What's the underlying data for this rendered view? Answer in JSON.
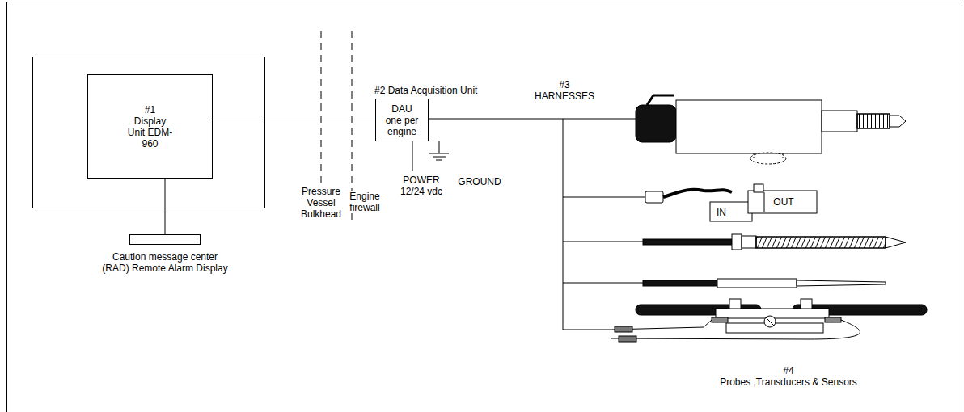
{
  "diagram": {
    "nodes": [
      {
        "text": [
          "#1",
          "Display Unit EDM-960"
        ]
      },
      {
        "text": [
          "Caution message center",
          "(RAD) Remote Alarm Display"
        ]
      },
      {
        "text": [
          "#2 Data Acquisition Unit",
          "DAU one per engine"
        ]
      }
    ],
    "edges": [
      {
        "from": 0,
        "to": 1,
        "arrow": "none"
      },
      {
        "from": 0,
        "to": 2,
        "arrow": "none"
      }
    ],
    "labels": [
      "Pressure Vessel Bulkhead",
      "Engine firewall",
      "POWER 12/24 vdc",
      "GROUND",
      "#3",
      "HARNESSES",
      "IN",
      "OUT",
      "#4",
      "Probes ,Transducers & Sensors"
    ]
  }
}
